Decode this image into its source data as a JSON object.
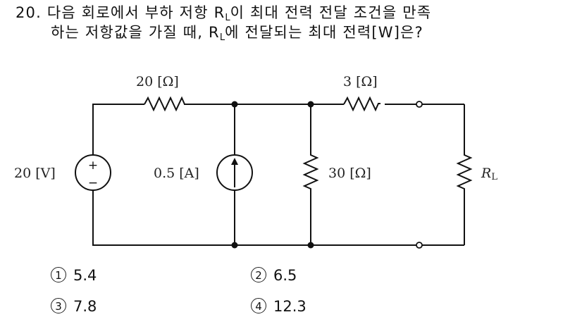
{
  "question": {
    "number": "20.",
    "line1_prefix": "다음 회로에서 부하 저항 R",
    "line1_sub": "L",
    "line1_suffix": "이 최대 전력 전달 조건을 만족",
    "line2_prefix": "하는 저항값을 가질 때, R",
    "line2_sub": "L",
    "line2_suffix": "에 전달되는 최대 전력[W]은?"
  },
  "circuit": {
    "voltage_source": {
      "label": "20 [V]",
      "plus": "+",
      "minus": "−"
    },
    "current_source": {
      "label": "0.5 [A]"
    },
    "resistor_series_left": {
      "label": "20 [Ω]"
    },
    "resistor_shunt": {
      "label": "30 [Ω]"
    },
    "resistor_series_right": {
      "label": "3 [Ω]"
    },
    "load": {
      "label": "R",
      "sub": "L"
    }
  },
  "choices": [
    {
      "num": "1",
      "value": "5.4"
    },
    {
      "num": "2",
      "value": "6.5"
    },
    {
      "num": "3",
      "value": "7.8"
    },
    {
      "num": "4",
      "value": "12.3"
    }
  ]
}
